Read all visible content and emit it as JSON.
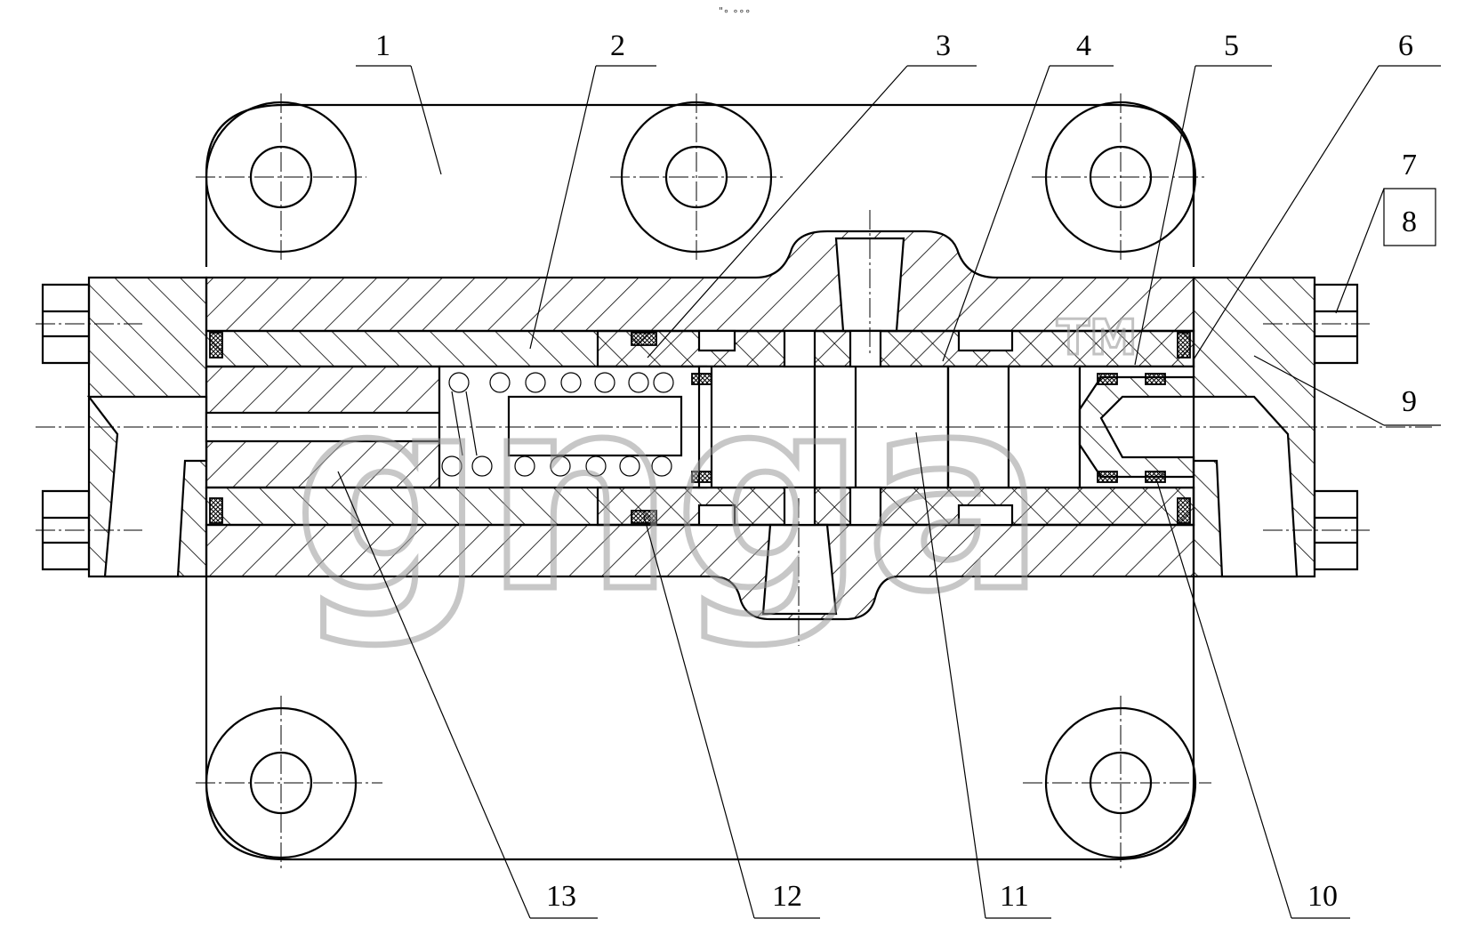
{
  "header_mark": "\"∘ ∘∘∘",
  "watermark": {
    "text": "gnga",
    "trademark": "TM"
  },
  "callouts": [
    {
      "id": "1",
      "label": "1"
    },
    {
      "id": "2",
      "label": "2"
    },
    {
      "id": "3",
      "label": "3"
    },
    {
      "id": "4",
      "label": "4"
    },
    {
      "id": "5",
      "label": "5"
    },
    {
      "id": "6",
      "label": "6"
    },
    {
      "id": "7",
      "label": "7"
    },
    {
      "id": "8",
      "label": "8"
    },
    {
      "id": "9",
      "label": "9"
    },
    {
      "id": "10",
      "label": "10"
    },
    {
      "id": "11",
      "label": "11"
    },
    {
      "id": "12",
      "label": "12"
    },
    {
      "id": "13",
      "label": "13"
    }
  ]
}
